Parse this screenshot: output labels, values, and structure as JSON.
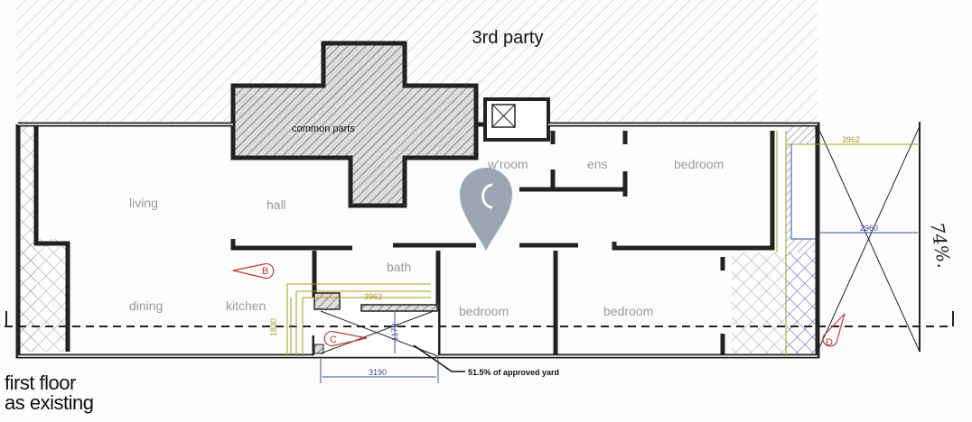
{
  "plan": {
    "neighbour_label": "3rd party",
    "common_parts_label": "common parts",
    "rooms": {
      "living": "living",
      "hall": "hall",
      "wroom": "w'room",
      "ens": "ens",
      "bedroom_top": "bedroom",
      "bath": "bath",
      "dining": "dining",
      "kitchen": "kitchen",
      "bedroom_mid": "bedroom",
      "bedroom_right": "bedroom"
    },
    "view_markers": {
      "b": "B",
      "c": "C",
      "d": "D"
    },
    "dimensions": {
      "yard_width_yellow": "3962",
      "right_yard_yellow": "3962",
      "right_yard_blue": "2960",
      "yard_width_blue": "3190",
      "yard_depth_yellow": "1830",
      "yard_depth_blue": "1170"
    },
    "annotation": "51.5% of approved yard",
    "handwritten_note": "74%.",
    "caption_line1": "first floor",
    "caption_line2": "as existing"
  },
  "colors": {
    "wall": "#222222",
    "yellow_dim": "#a3a01e",
    "blue_dim": "#3b4f9a",
    "marker": "#c0392b",
    "pin": "#8a97a6"
  }
}
